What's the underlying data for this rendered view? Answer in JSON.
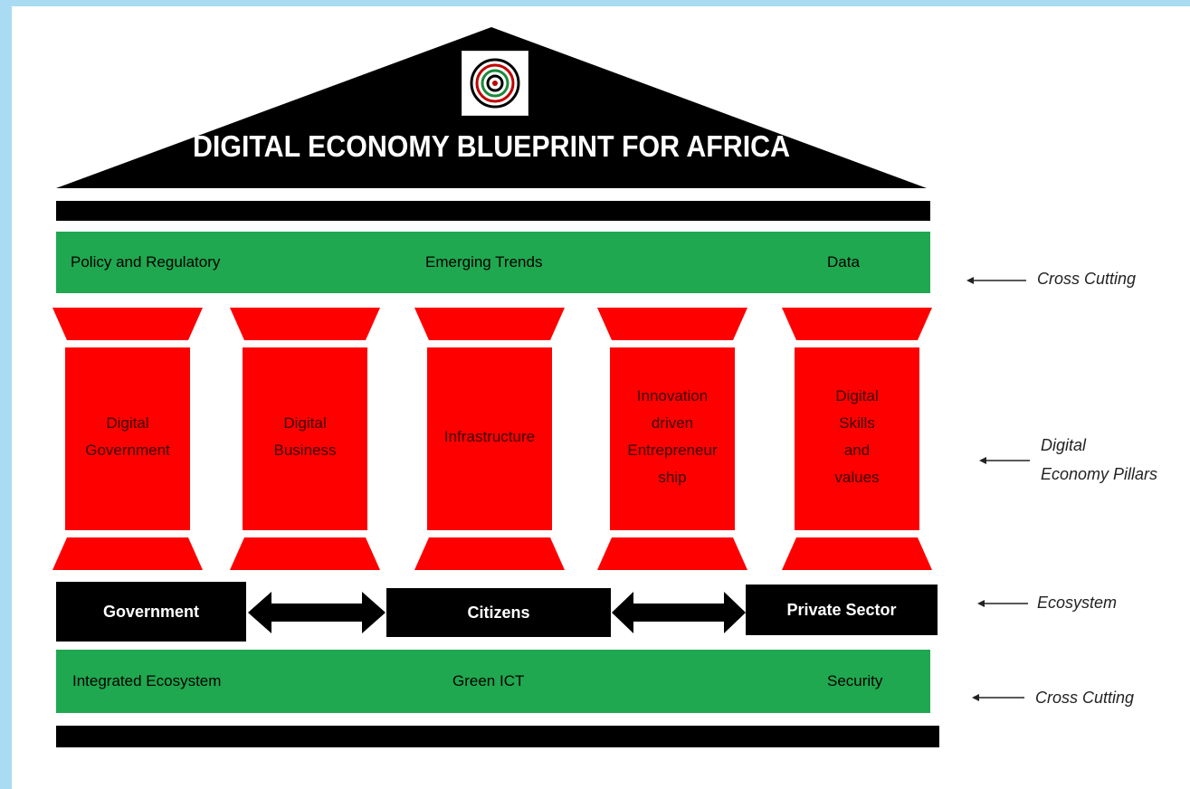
{
  "title": "DIGITAL ECONOMY BLUEPRINT FOR AFRICA",
  "colors": {
    "black": "#000000",
    "green": "#1fa84f",
    "red": "#ff0000",
    "frame": "#a9dcf2"
  },
  "logo": {
    "icon": "kenya-ict-spiral-logo"
  },
  "top_band": {
    "left": "Policy and Regulatory",
    "center": "Emerging Trends",
    "right": "Data"
  },
  "pillars": [
    {
      "label": "Digital\nGovernment"
    },
    {
      "label": "Digital\nBusiness"
    },
    {
      "label": "Infrastructure"
    },
    {
      "label": "Innovation\ndriven\nEntrepreneur\nship"
    },
    {
      "label": "Digital\nSkills\nand\nvalues"
    }
  ],
  "ecosystem": {
    "left": "Government",
    "center": "Citizens",
    "right": "Private Sector"
  },
  "bottom_band": {
    "left": "Integrated Ecosystem",
    "center": "Green ICT",
    "right": "Security"
  },
  "side_labels": {
    "top_cross_cutting": "Cross Cutting",
    "pillars": "Digital\nEconomy Pillars",
    "ecosystem": "Ecosystem",
    "bottom_cross_cutting": "Cross Cutting"
  }
}
